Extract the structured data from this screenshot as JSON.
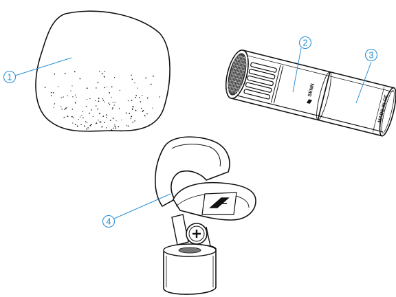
{
  "callouts": [
    {
      "number": "1",
      "part": "foam-windscreen"
    },
    {
      "number": "2",
      "part": "microphone-capsule"
    },
    {
      "number": "3",
      "part": "microphone-body"
    },
    {
      "number": "4",
      "part": "microphone-clamp"
    }
  ],
  "markings": {
    "brand": "SENN",
    "origin": "MADE IN GE"
  },
  "colors": {
    "callout": "#2a8fd6",
    "line": "#111111",
    "background": "#ffffff"
  }
}
